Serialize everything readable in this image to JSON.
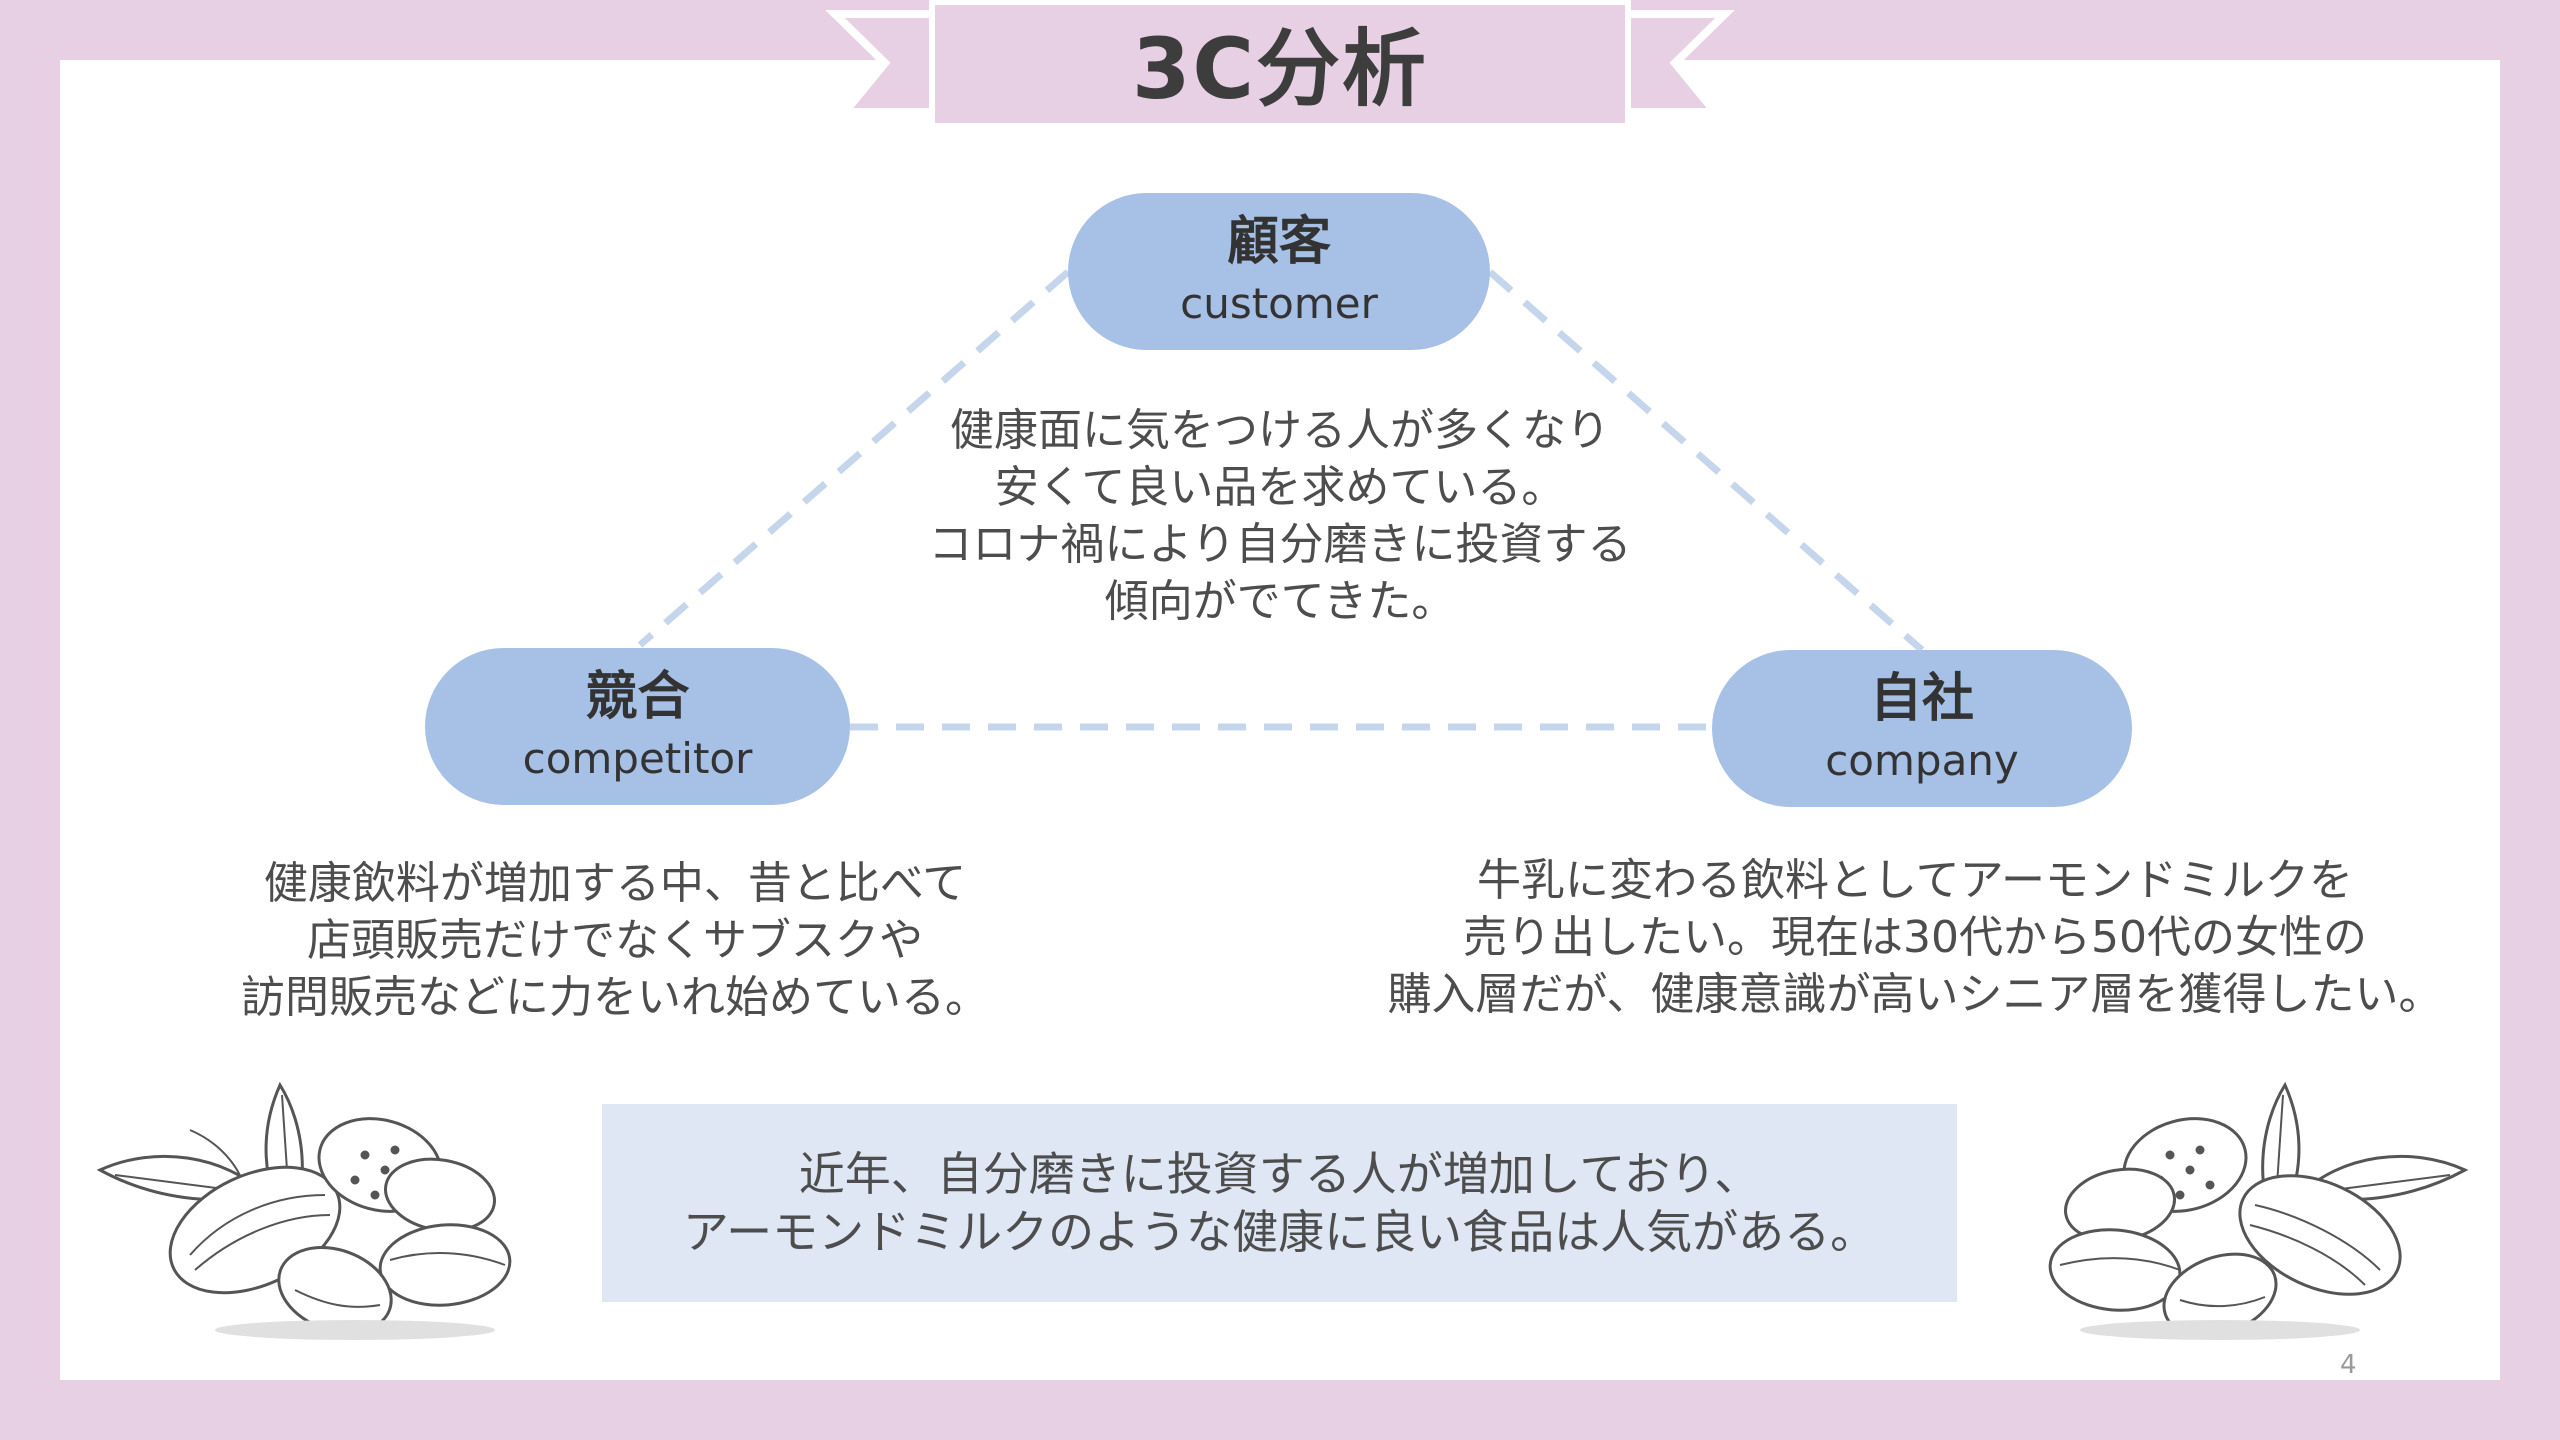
{
  "title": "3C分析",
  "nodes": {
    "customer": {
      "ja": "顧客",
      "en": "customer"
    },
    "competitor": {
      "ja": "競合",
      "en": "competitor"
    },
    "company": {
      "ja": "自社",
      "en": "company"
    }
  },
  "descriptions": {
    "customer": [
      "健康面に気をつける人が多くなり",
      "安くて良い品を求めている。",
      "コロナ禍により自分磨きに投資する",
      "傾向がでてきた。"
    ],
    "competitor": [
      "健康飲料が増加する中、昔と比べて",
      "店頭販売だけでなくサブスクや",
      "訪問販売などに力をいれ始めている。"
    ],
    "company": [
      "牛乳に変わる飲料としてアーモンドミルクを",
      "売り出したい。現在は30代から50代の女性の",
      "購入層だが、健康意識が高いシニア層を獲得したい。"
    ]
  },
  "summary": [
    "近年、自分磨きに投資する人が増加しており、",
    "アーモンドミルクのような健康に良い食品は人気がある。"
  ],
  "page_number": "4",
  "colors": {
    "background": "#e8d0e4",
    "node_fill": "#a7c0e6",
    "dashed_line": "#c5d5ec",
    "summary_fill": "#dfe7f5",
    "banner": "#e8d0e4"
  },
  "decorations": [
    "almond-illustration-left",
    "almond-illustration-right"
  ]
}
